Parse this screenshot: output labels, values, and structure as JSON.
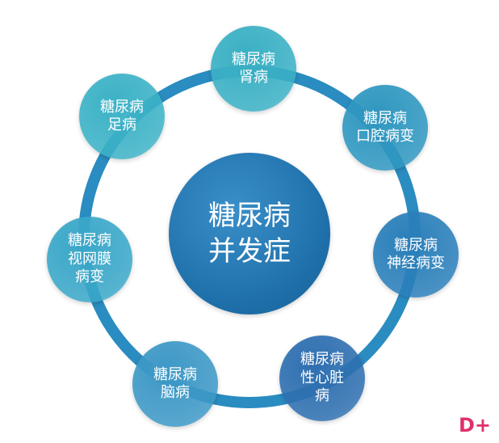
{
  "diagram": {
    "center": {
      "label": "糖尿病\n并发症",
      "color": "#1f70aa"
    },
    "nodes": [
      {
        "id": "kidney",
        "label": "糖尿病\n肾病",
        "color": "#3ab0c4"
      },
      {
        "id": "mouth",
        "label": "糖尿病\n口腔病变",
        "color": "#2f97c0"
      },
      {
        "id": "nerve",
        "label": "糖尿病\n神经病变",
        "color": "#2a7fba"
      },
      {
        "id": "heart",
        "label": "糖尿病\n性心脏\n病",
        "color": "#2e6fb0"
      },
      {
        "id": "brain",
        "label": "糖尿病\n脑病",
        "color": "#3d98c6"
      },
      {
        "id": "retina",
        "label": "糖尿病\n视网膜\n病变",
        "color": "#3aa7c8"
      },
      {
        "id": "foot",
        "label": "糖尿病\n足病",
        "color": "#3cb2c6"
      }
    ],
    "ring_color": "#2a8cc0"
  },
  "watermark": {
    "text": "D+",
    "color": "#e0306a"
  }
}
